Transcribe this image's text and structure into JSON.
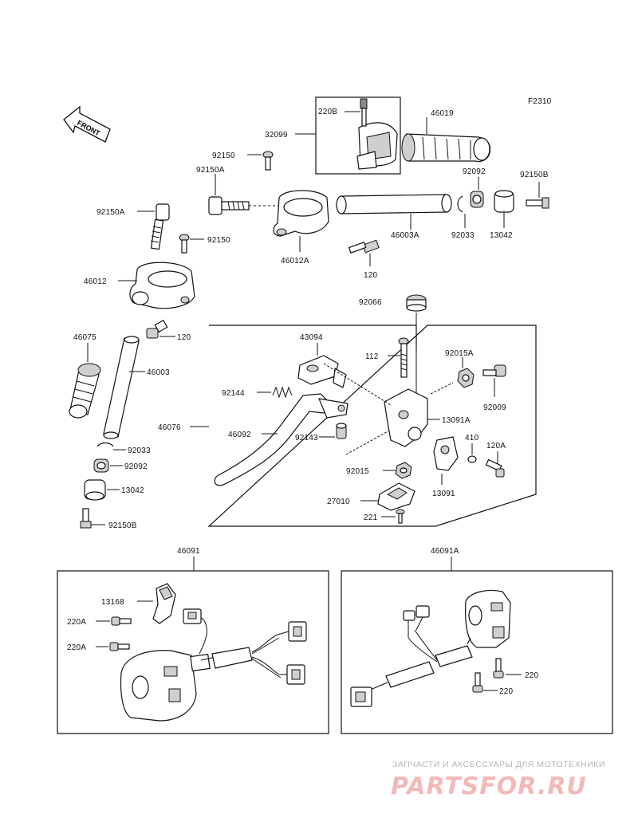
{
  "figure_code": "F2310",
  "front_label": "FRONT",
  "callouts": {
    "c220B": "220B",
    "c32099": "32099",
    "c46019": "46019",
    "c92150_top": "92150",
    "c92150A_top": "92150A",
    "c92092_top": "92092",
    "c92150B_top": "92150B",
    "c92150A_left": "92150A",
    "c46003A": "46003A",
    "c92033_top": "92033",
    "c13042_top": "13042",
    "c92150_left": "92150",
    "c46012A": "46012A",
    "c46012": "46012",
    "c120_top": "120",
    "c92066": "92066",
    "c120_left": "120",
    "c46075": "46075",
    "c43094": "43094",
    "c112": "112",
    "c92015A": "92015A",
    "c46003": "46003",
    "c92144": "92144",
    "c92009": "92009",
    "c46076": "46076",
    "c46092": "46092",
    "c13091A": "13091A",
    "c92143": "92143",
    "c410": "410",
    "c120A": "120A",
    "c92033_left": "92033",
    "c92015": "92015",
    "c92092_left": "92092",
    "c13091": "13091",
    "c27010": "27010",
    "c13042_left": "13042",
    "c221": "221",
    "c92150B_left": "92150B",
    "c46091": "46091",
    "c46091A": "46091A",
    "c13168": "13168",
    "c220A_1": "220A",
    "c220A_2": "220A",
    "c220_1": "220",
    "c220_2": "220"
  },
  "watermark": {
    "caption": "ЗАПЧАСТИ И АКСЕССУАРЫ ДЛЯ МОТОТЕХНИКИ",
    "brand": "PARTSFOR.RU"
  }
}
